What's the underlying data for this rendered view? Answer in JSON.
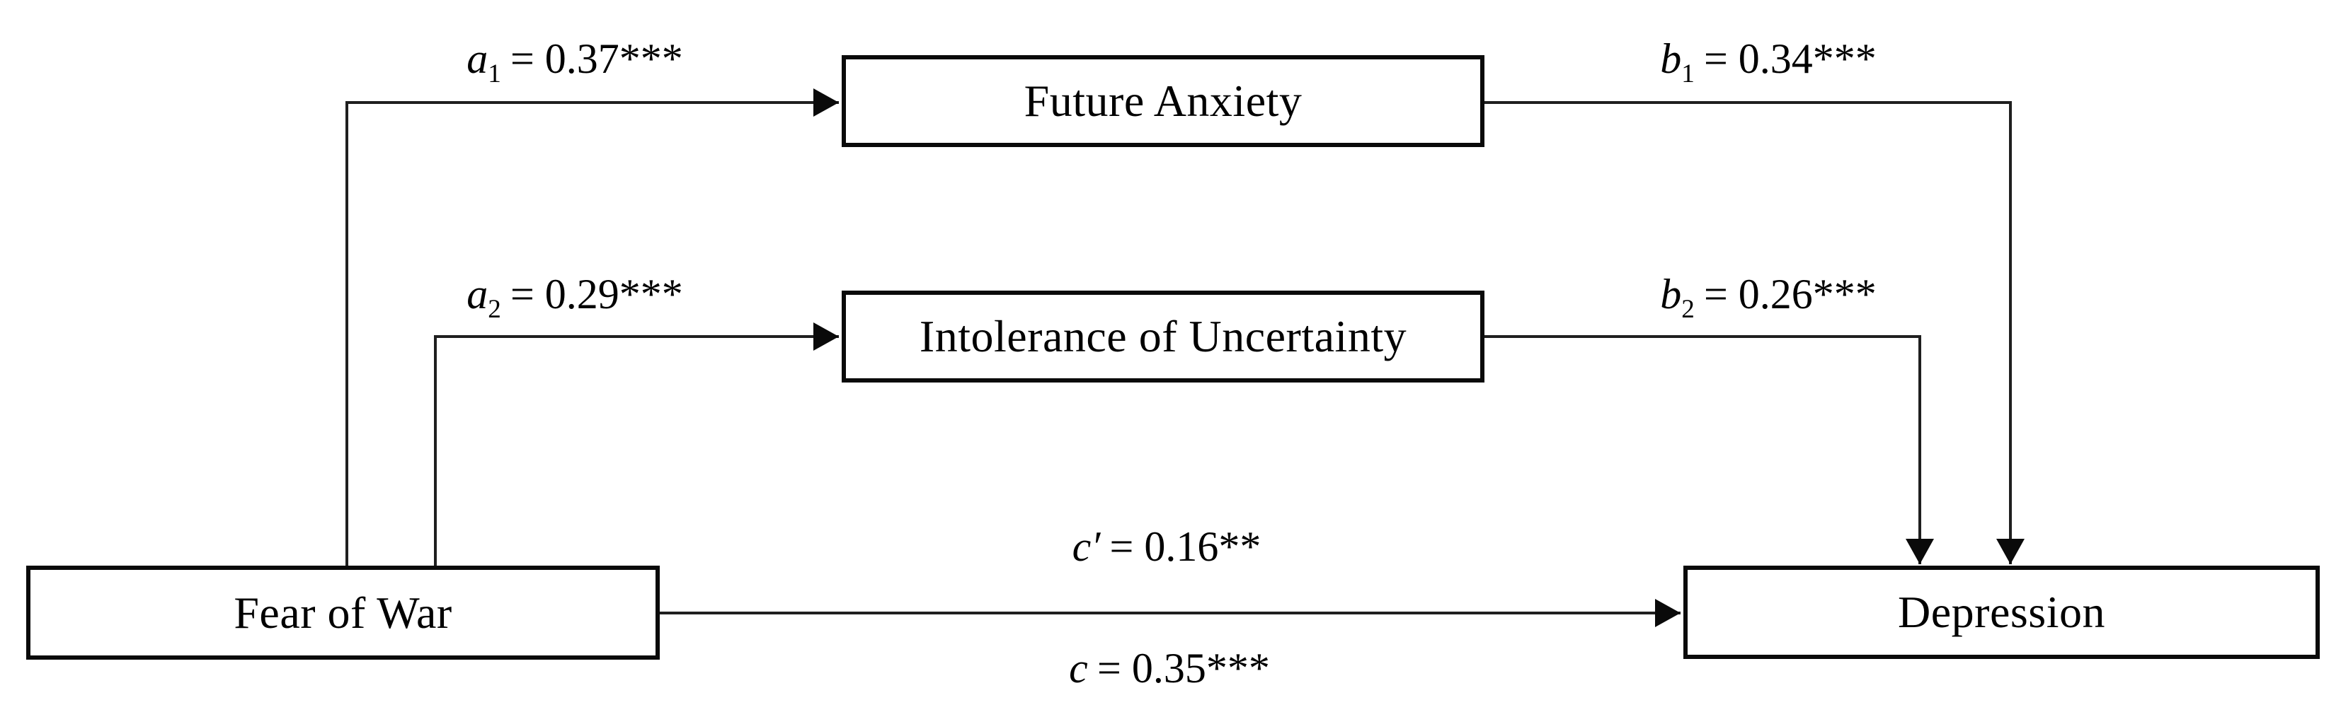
{
  "figure": {
    "type": "mediation-path-diagram",
    "background": "#ffffff",
    "line_color": "#1f1f1f",
    "box_border_color": "#0a0a0a",
    "box_fill": "#ffffff",
    "text_color": "#000000"
  },
  "nodes": {
    "fear_of_war": {
      "label": "Fear of War"
    },
    "future_anxiety": {
      "label": "Future Anxiety"
    },
    "intolerance_of_uncertainty": {
      "label": "Intolerance of Uncertainty"
    },
    "depression": {
      "label": "Depression"
    }
  },
  "paths": {
    "a1": {
      "var": "a",
      "sub": "1",
      "eq": "= 0.37***",
      "from": "fear_of_war",
      "to": "future_anxiety"
    },
    "a2": {
      "var": "a",
      "sub": "2",
      "eq": "= 0.29***",
      "from": "fear_of_war",
      "to": "intolerance_of_uncertainty"
    },
    "b1": {
      "var": "b",
      "sub": "1",
      "eq": "= 0.34***",
      "from": "future_anxiety",
      "to": "depression"
    },
    "b2": {
      "var": "b",
      "sub": "2",
      "eq": "= 0.26***",
      "from": "intolerance_of_uncertainty",
      "to": "depression"
    },
    "c_prime": {
      "var": "c′",
      "sub": "",
      "eq": "= 0.16**",
      "from": "fear_of_war",
      "to": "depression"
    },
    "c": {
      "var": "c",
      "sub": "",
      "eq": "= 0.35***",
      "from": "fear_of_war",
      "to": "depression"
    }
  }
}
